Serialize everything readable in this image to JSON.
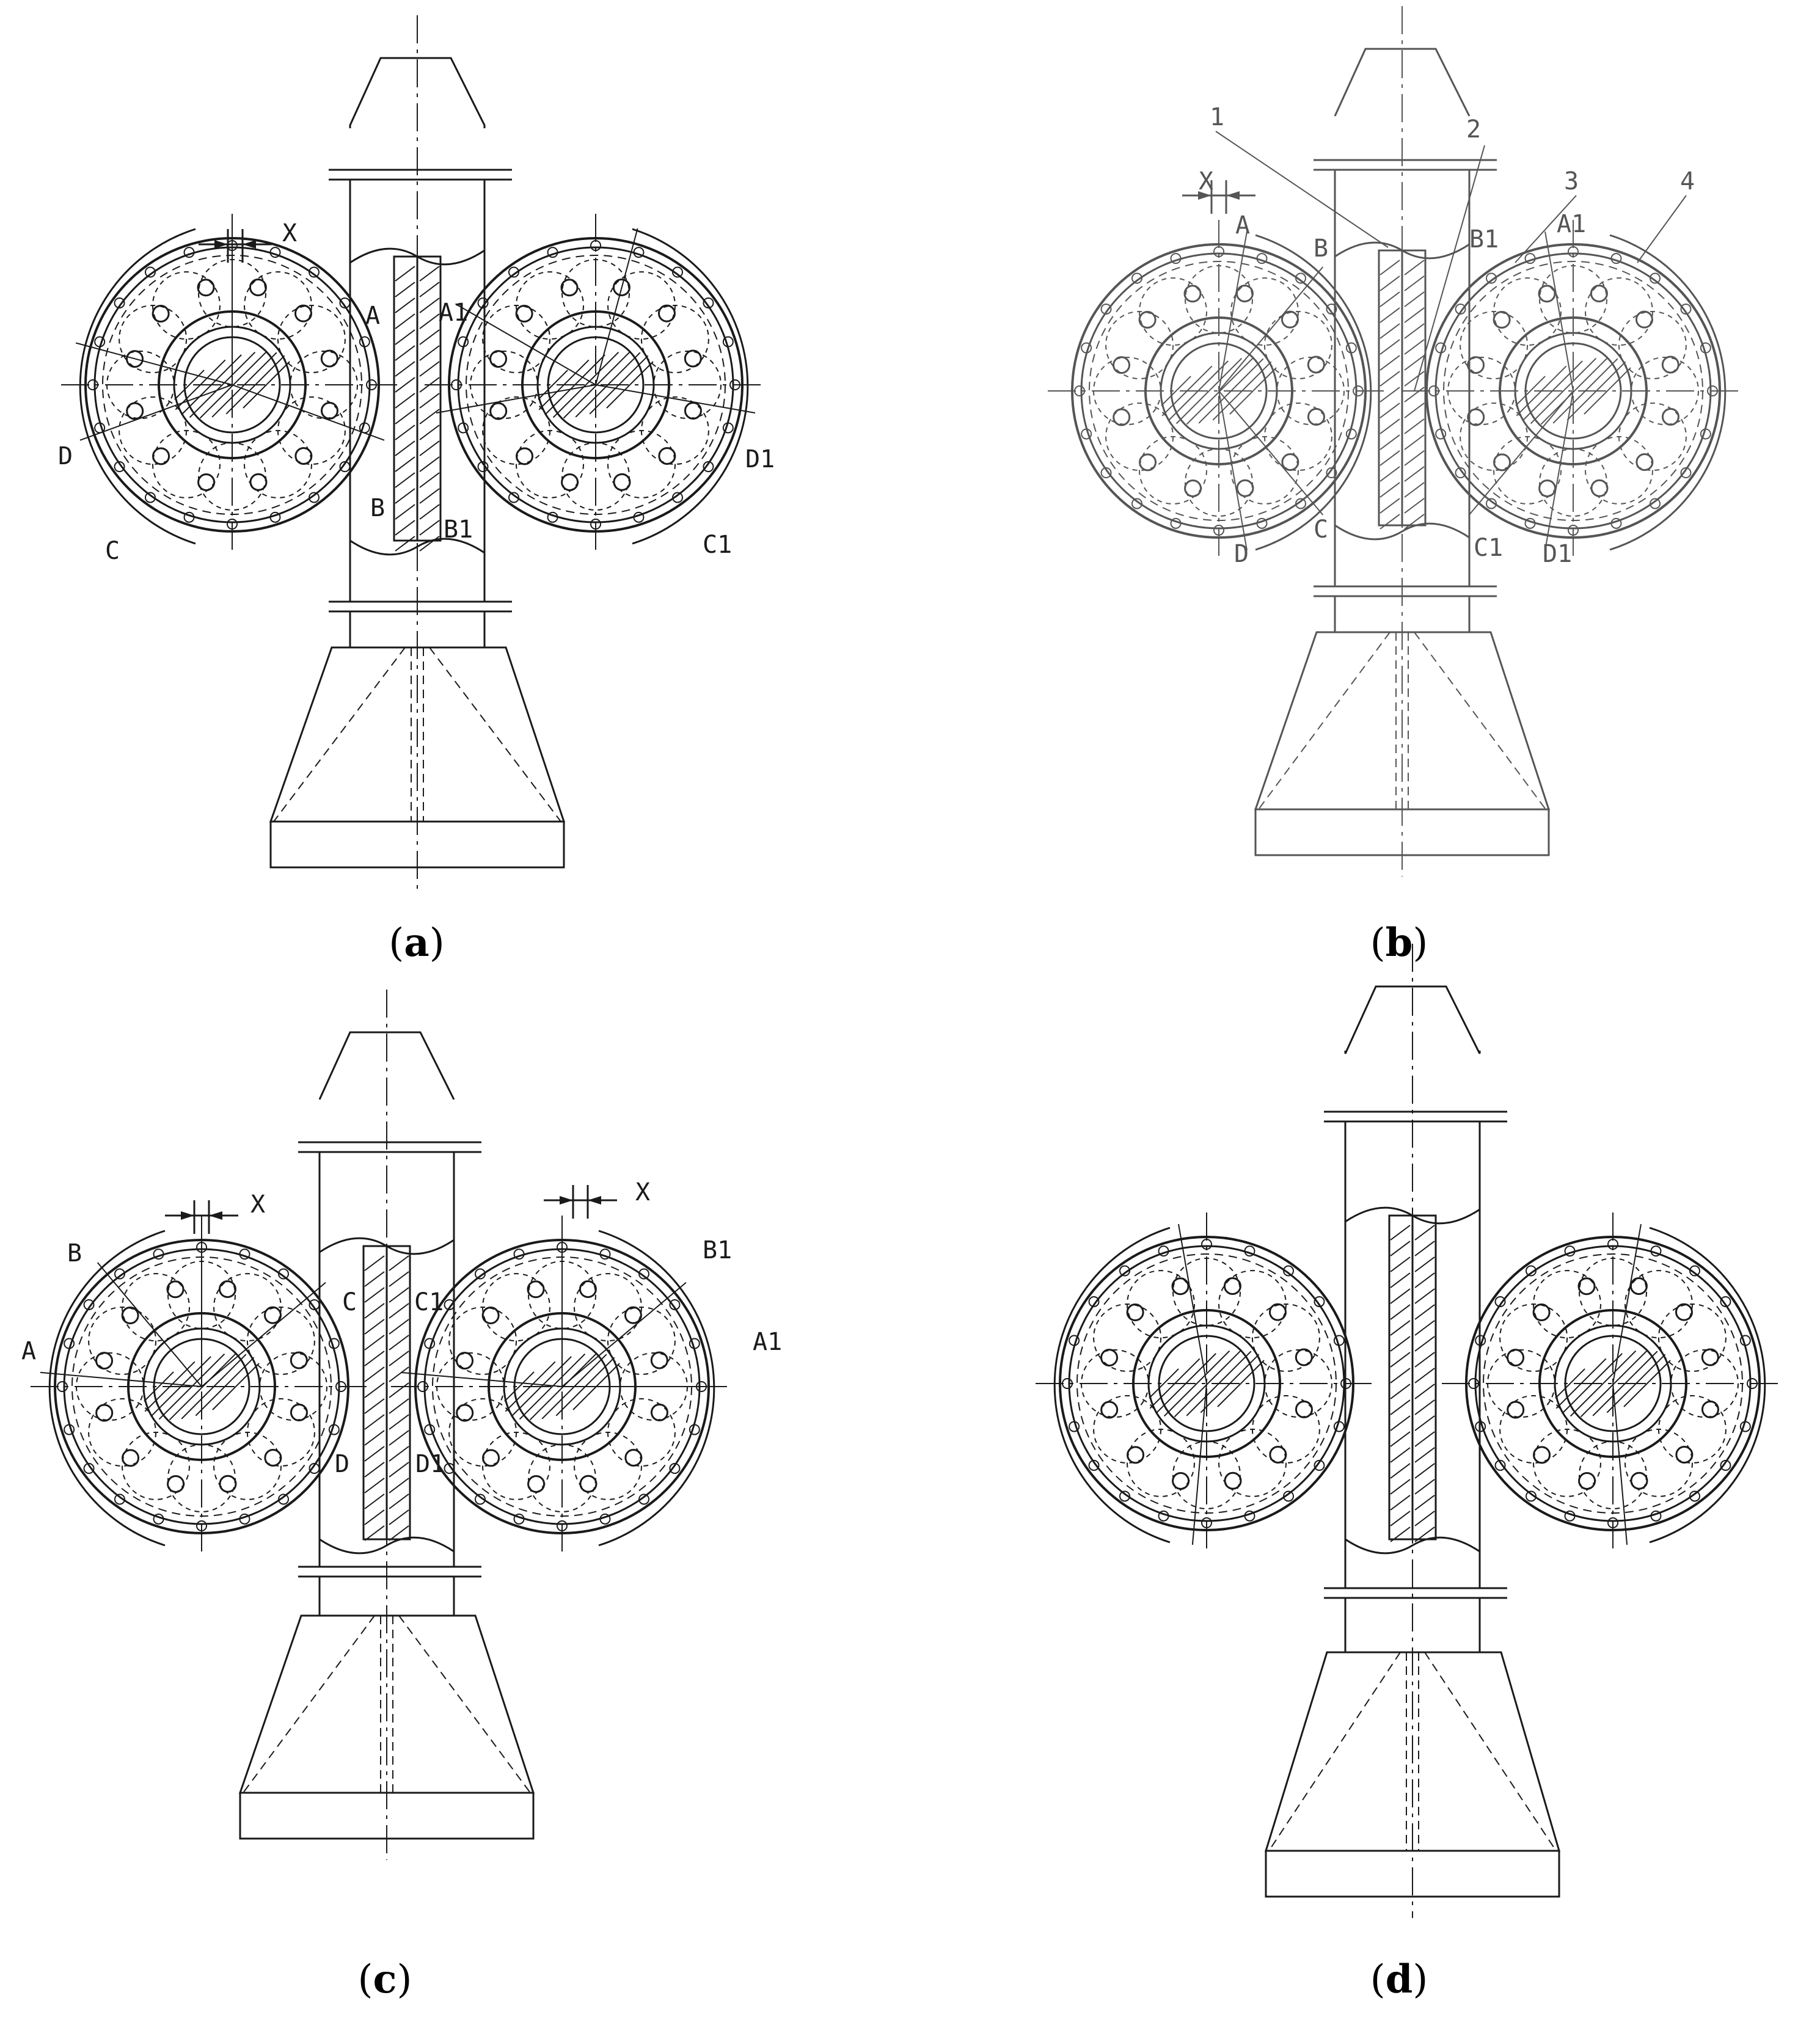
{
  "colors": {
    "ink": "#1a1a1a",
    "faded_ink": "#555555",
    "background": "#ffffff"
  },
  "panels": [
    {
      "id": "a",
      "caption": "a",
      "labels": {
        "x": "X",
        "a": "A",
        "a1": "A1",
        "b": "B",
        "b1": "B1",
        "c": "C",
        "c1": "C1",
        "d": "D",
        "d1": "D1"
      }
    },
    {
      "id": "b",
      "caption": "b",
      "labels": {
        "x": "X",
        "a": "A",
        "b": "B",
        "b1": "B1",
        "a1": "A1",
        "c": "C",
        "c1": "C1",
        "d": "D",
        "d1": "D1"
      },
      "callouts": [
        "1",
        "2",
        "3",
        "4"
      ]
    },
    {
      "id": "c",
      "caption": "c",
      "labels": {
        "x_left": "X",
        "x_right": "X",
        "b": "B",
        "b1": "B1",
        "a": "A",
        "a1": "A1",
        "c": "C",
        "c1": "C1",
        "d": "D",
        "d1": "D1"
      }
    },
    {
      "id": "d",
      "caption": "d"
    }
  ]
}
